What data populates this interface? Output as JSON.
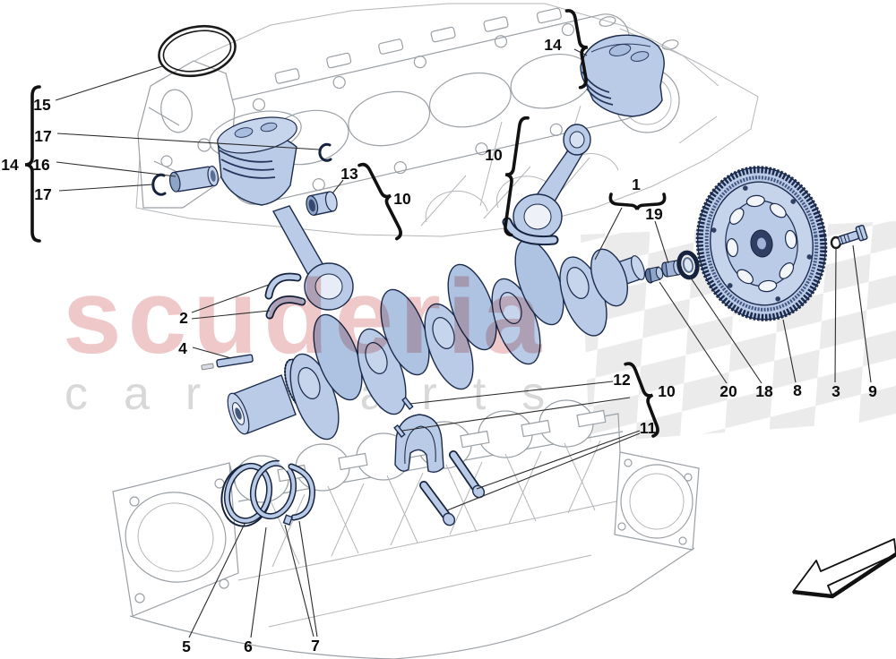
{
  "watermark": {
    "brand": "scuderia",
    "subtitle": "car parts"
  },
  "callouts": [
    "15",
    "17",
    "16",
    "17",
    "14",
    "13",
    "10",
    "14",
    "10",
    "1",
    "19",
    "2",
    "4",
    "12",
    "10",
    "11",
    "20",
    "18",
    "8",
    "3",
    "9",
    "5",
    "6",
    "7"
  ],
  "palette": {
    "part_fill": "#b9cbe6",
    "part_outline": "#1c2b4d",
    "line_art": "#9aa0a6",
    "label_text": "#0b0b0b",
    "watermark_red": "#cf5a5a",
    "watermark_gray": "#8a8a8a",
    "checker_gray": "#d7d7d7"
  }
}
